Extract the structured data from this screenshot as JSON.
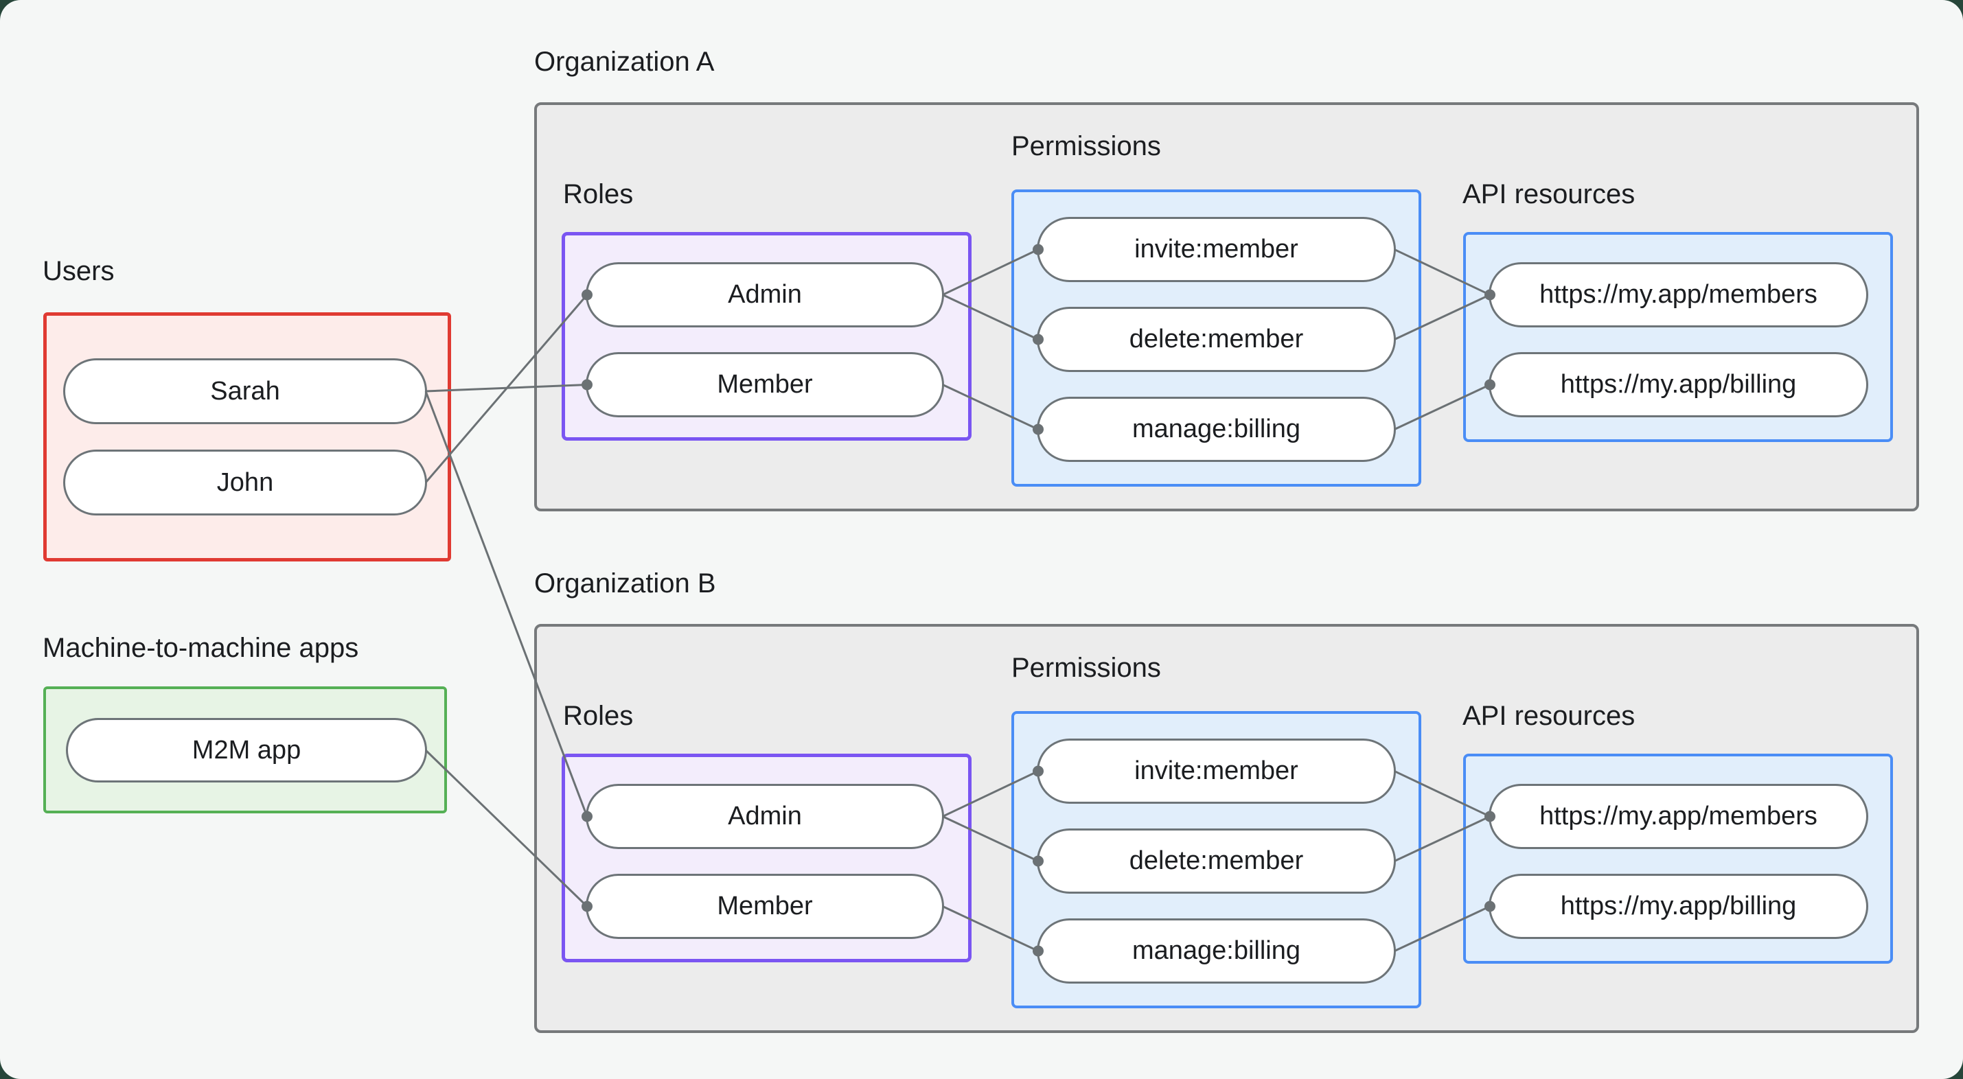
{
  "diagram": {
    "users": {
      "title": "Users",
      "items": [
        {
          "id": "sarah",
          "label": "Sarah"
        },
        {
          "id": "john",
          "label": "John"
        }
      ]
    },
    "m2m": {
      "title": "Machine-to-machine apps",
      "items": [
        {
          "id": "m2m_app",
          "label": "M2M app"
        }
      ]
    },
    "organizations": [
      {
        "id": "orgA",
        "title": "Organization A",
        "roles_label": "Roles",
        "permissions_label": "Permissions",
        "api_label": "API resources",
        "roles": [
          {
            "id": "orgA_admin",
            "label": "Admin"
          },
          {
            "id": "orgA_member",
            "label": "Member"
          }
        ],
        "permissions": [
          {
            "id": "orgA_invite",
            "label": "invite:member"
          },
          {
            "id": "orgA_delete",
            "label": "delete:member"
          },
          {
            "id": "orgA_manage",
            "label": "manage:billing"
          }
        ],
        "api_resources": [
          {
            "id": "orgA_members",
            "label": "https://my.app/members"
          },
          {
            "id": "orgA_billing",
            "label": "https://my.app/billing"
          }
        ]
      },
      {
        "id": "orgB",
        "title": "Organization B",
        "roles_label": "Roles",
        "permissions_label": "Permissions",
        "api_label": "API resources",
        "roles": [
          {
            "id": "orgB_admin",
            "label": "Admin"
          },
          {
            "id": "orgB_member",
            "label": "Member"
          }
        ],
        "permissions": [
          {
            "id": "orgB_invite",
            "label": "invite:member"
          },
          {
            "id": "orgB_delete",
            "label": "delete:member"
          },
          {
            "id": "orgB_manage",
            "label": "manage:billing"
          }
        ],
        "api_resources": [
          {
            "id": "orgB_members",
            "label": "https://my.app/members"
          },
          {
            "id": "orgB_billing",
            "label": "https://my.app/billing"
          }
        ]
      }
    ]
  },
  "edges": [
    {
      "from": "sarah",
      "to": "orgA_member"
    },
    {
      "from": "john",
      "to": "orgA_admin"
    },
    {
      "from": "sarah",
      "to": "orgB_admin"
    },
    {
      "from": "m2m_app",
      "to": "orgB_member"
    },
    {
      "from": "orgA_admin",
      "to": "orgA_invite"
    },
    {
      "from": "orgA_admin",
      "to": "orgA_delete"
    },
    {
      "from": "orgA_member",
      "to": "orgA_manage"
    },
    {
      "from": "orgA_invite",
      "to": "orgA_members"
    },
    {
      "from": "orgA_delete",
      "to": "orgA_members"
    },
    {
      "from": "orgA_manage",
      "to": "orgA_billing"
    },
    {
      "from": "orgB_admin",
      "to": "orgB_invite"
    },
    {
      "from": "orgB_admin",
      "to": "orgB_delete"
    },
    {
      "from": "orgB_member",
      "to": "orgB_manage"
    },
    {
      "from": "orgB_invite",
      "to": "orgB_members"
    },
    {
      "from": "orgB_delete",
      "to": "orgB_members"
    },
    {
      "from": "orgB_manage",
      "to": "orgB_billing"
    }
  ],
  "colors": {
    "backdrop": "#27463a",
    "page_bg": "#f5f7f6",
    "text": "#1b1d20",
    "container_fill": "#ececec",
    "container_border": "#76797b",
    "users_fill": "#fdecea",
    "users_border": "#e03a32",
    "m2m_fill": "#e7f4e5",
    "m2m_border": "#55b055",
    "roles_fill": "#f3edfc",
    "roles_border": "#7a55f2",
    "blue_fill": "#e1eefb",
    "blue_border": "#4a8df6",
    "pill_fill": "#ffffff",
    "pill_border": "#6d7478",
    "edge": "#6b7174"
  }
}
